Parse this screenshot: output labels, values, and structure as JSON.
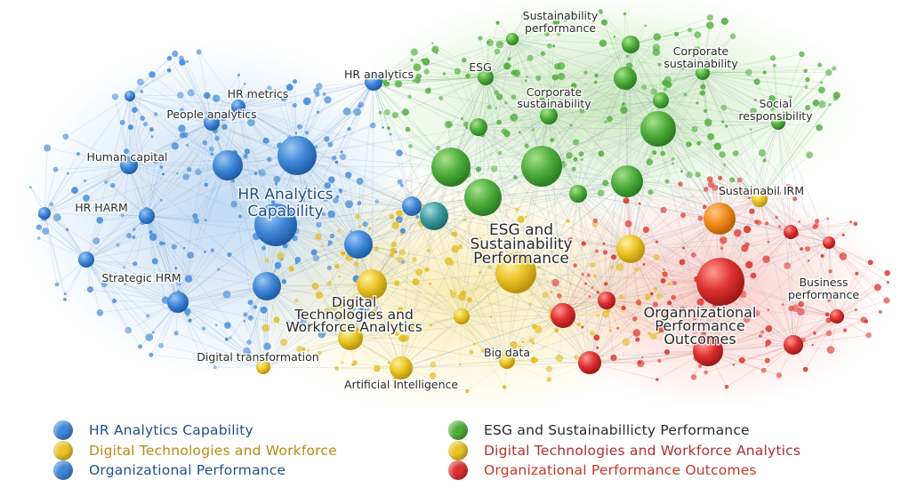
{
  "colors": {
    "blue": "#3f86d6",
    "green": "#4fae3c",
    "yellow": "#e9c326",
    "orange": "#f08a1c",
    "red": "#dd3030",
    "teal": "#3a9b9b"
  },
  "clusters": {
    "hr": "HR Analytics Capability",
    "esg": "ESG and Sustainability Performance",
    "digital": "Digital Technologies and Workforce Analytics",
    "org": "Organnizational Performance Outcomes"
  },
  "labels": {
    "sustainability_performance": "Sustainability performance",
    "esg": "ESG",
    "corporate_sustainability_top": "Corporate sustainability",
    "corporate_sustainability_mid": "Corporate sustainability",
    "social_responsibility": "Social responsibility",
    "hr_analytics": "HR analytics",
    "hr_metrics": "HR metrics",
    "people_analytics": "People analytics",
    "human_capital": "Human capital",
    "hr_harm": "HR HARM",
    "strategic_hrm": "Strategic HRM",
    "sustainabil_irm": "Sustainabil IRM",
    "business_performance": "Business performance",
    "digital_transformation": "Digital transformation",
    "artificial_intelligence": "Artificial Intelligence",
    "big_data": "Big data"
  },
  "legend": [
    {
      "label": "HR Analytics Capability",
      "dot": "blue",
      "text_color": "#1f4f8f"
    },
    {
      "label": "ESG and Sustainabillicty Performance",
      "dot": "green",
      "text_color": "#2a2a2a"
    },
    {
      "label": "Digital Technologies and Workforce",
      "dot": "yellow",
      "text_color": "#b98a12"
    },
    {
      "label": "Digital Technologies and Workforce Analytics",
      "dot": "yellow",
      "text_color": "#b0302b"
    },
    {
      "label": "Organizational Performance",
      "dot": "blue",
      "text_color": "#1f4f8f"
    },
    {
      "label": "Organizational Performance Outcomes",
      "dot": "red",
      "text_color": "#c7352b"
    }
  ]
}
